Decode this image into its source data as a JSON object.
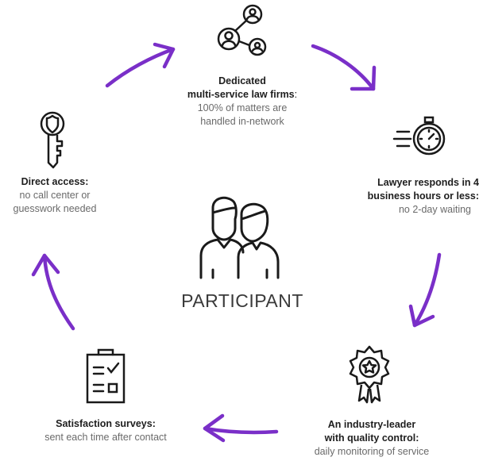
{
  "center": {
    "title": "PARTICIPANT"
  },
  "steps": [
    {
      "title_l1": "Dedicated",
      "title_l2": "multi-service law firms",
      "title_suffix": ":",
      "desc_l1": "100% of matters are",
      "desc_l2": "handled in-network",
      "icon": "network-people-icon"
    },
    {
      "title_l1": "Lawyer responds in 4",
      "title_l2": "business hours or less:",
      "desc_l1": "no 2-day waiting",
      "icon": "stopwatch-icon"
    },
    {
      "title_l1": "An industry-leader",
      "title_l2": "with quality control:",
      "desc_l1": "daily monitoring of service",
      "icon": "award-ribbon-icon"
    },
    {
      "title_l1": "Satisfaction surveys:",
      "desc_l1": "sent each time after contact",
      "icon": "clipboard-checklist-icon"
    },
    {
      "title_l1": "Direct access:",
      "desc_l1": "no call center or",
      "desc_l2": "guesswork needed",
      "icon": "key-shield-icon"
    }
  ],
  "colors": {
    "arrow": "#7a2fc8",
    "icon": "#1a1a1a",
    "text_strong": "#1e1e1e",
    "text_sub": "#6a6a6a"
  }
}
